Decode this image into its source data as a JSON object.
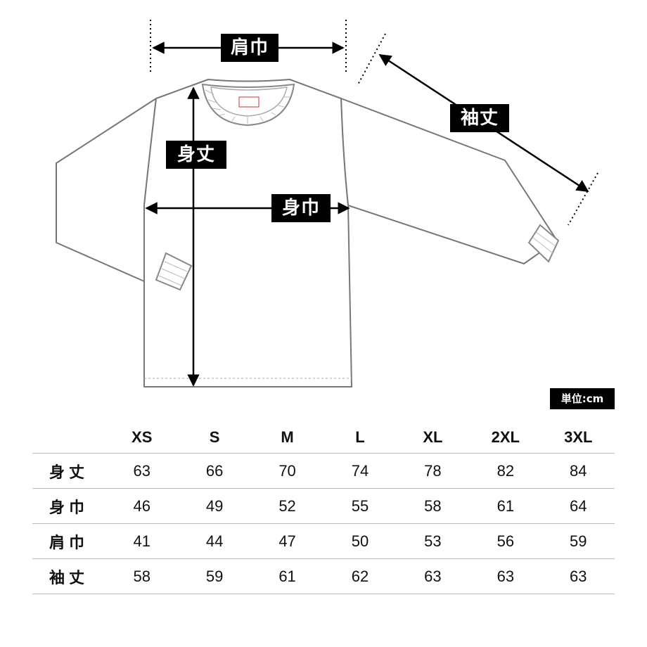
{
  "labels": {
    "shoulder_width": "肩巾",
    "sleeve_length": "袖丈",
    "body_length": "身丈",
    "body_width": "身巾"
  },
  "unit_badge": "単位:cm",
  "table": {
    "columns": [
      "XS",
      "S",
      "M",
      "L",
      "XL",
      "2XL",
      "3XL"
    ],
    "rows": [
      {
        "label": "身丈",
        "values": [
          "63",
          "66",
          "70",
          "74",
          "78",
          "82",
          "84"
        ]
      },
      {
        "label": "身巾",
        "values": [
          "46",
          "49",
          "52",
          "55",
          "58",
          "61",
          "64"
        ]
      },
      {
        "label": "肩巾",
        "values": [
          "41",
          "44",
          "47",
          "50",
          "53",
          "56",
          "59"
        ]
      },
      {
        "label": "袖丈",
        "values": [
          "58",
          "59",
          "61",
          "62",
          "63",
          "63",
          "63"
        ]
      }
    ]
  }
}
